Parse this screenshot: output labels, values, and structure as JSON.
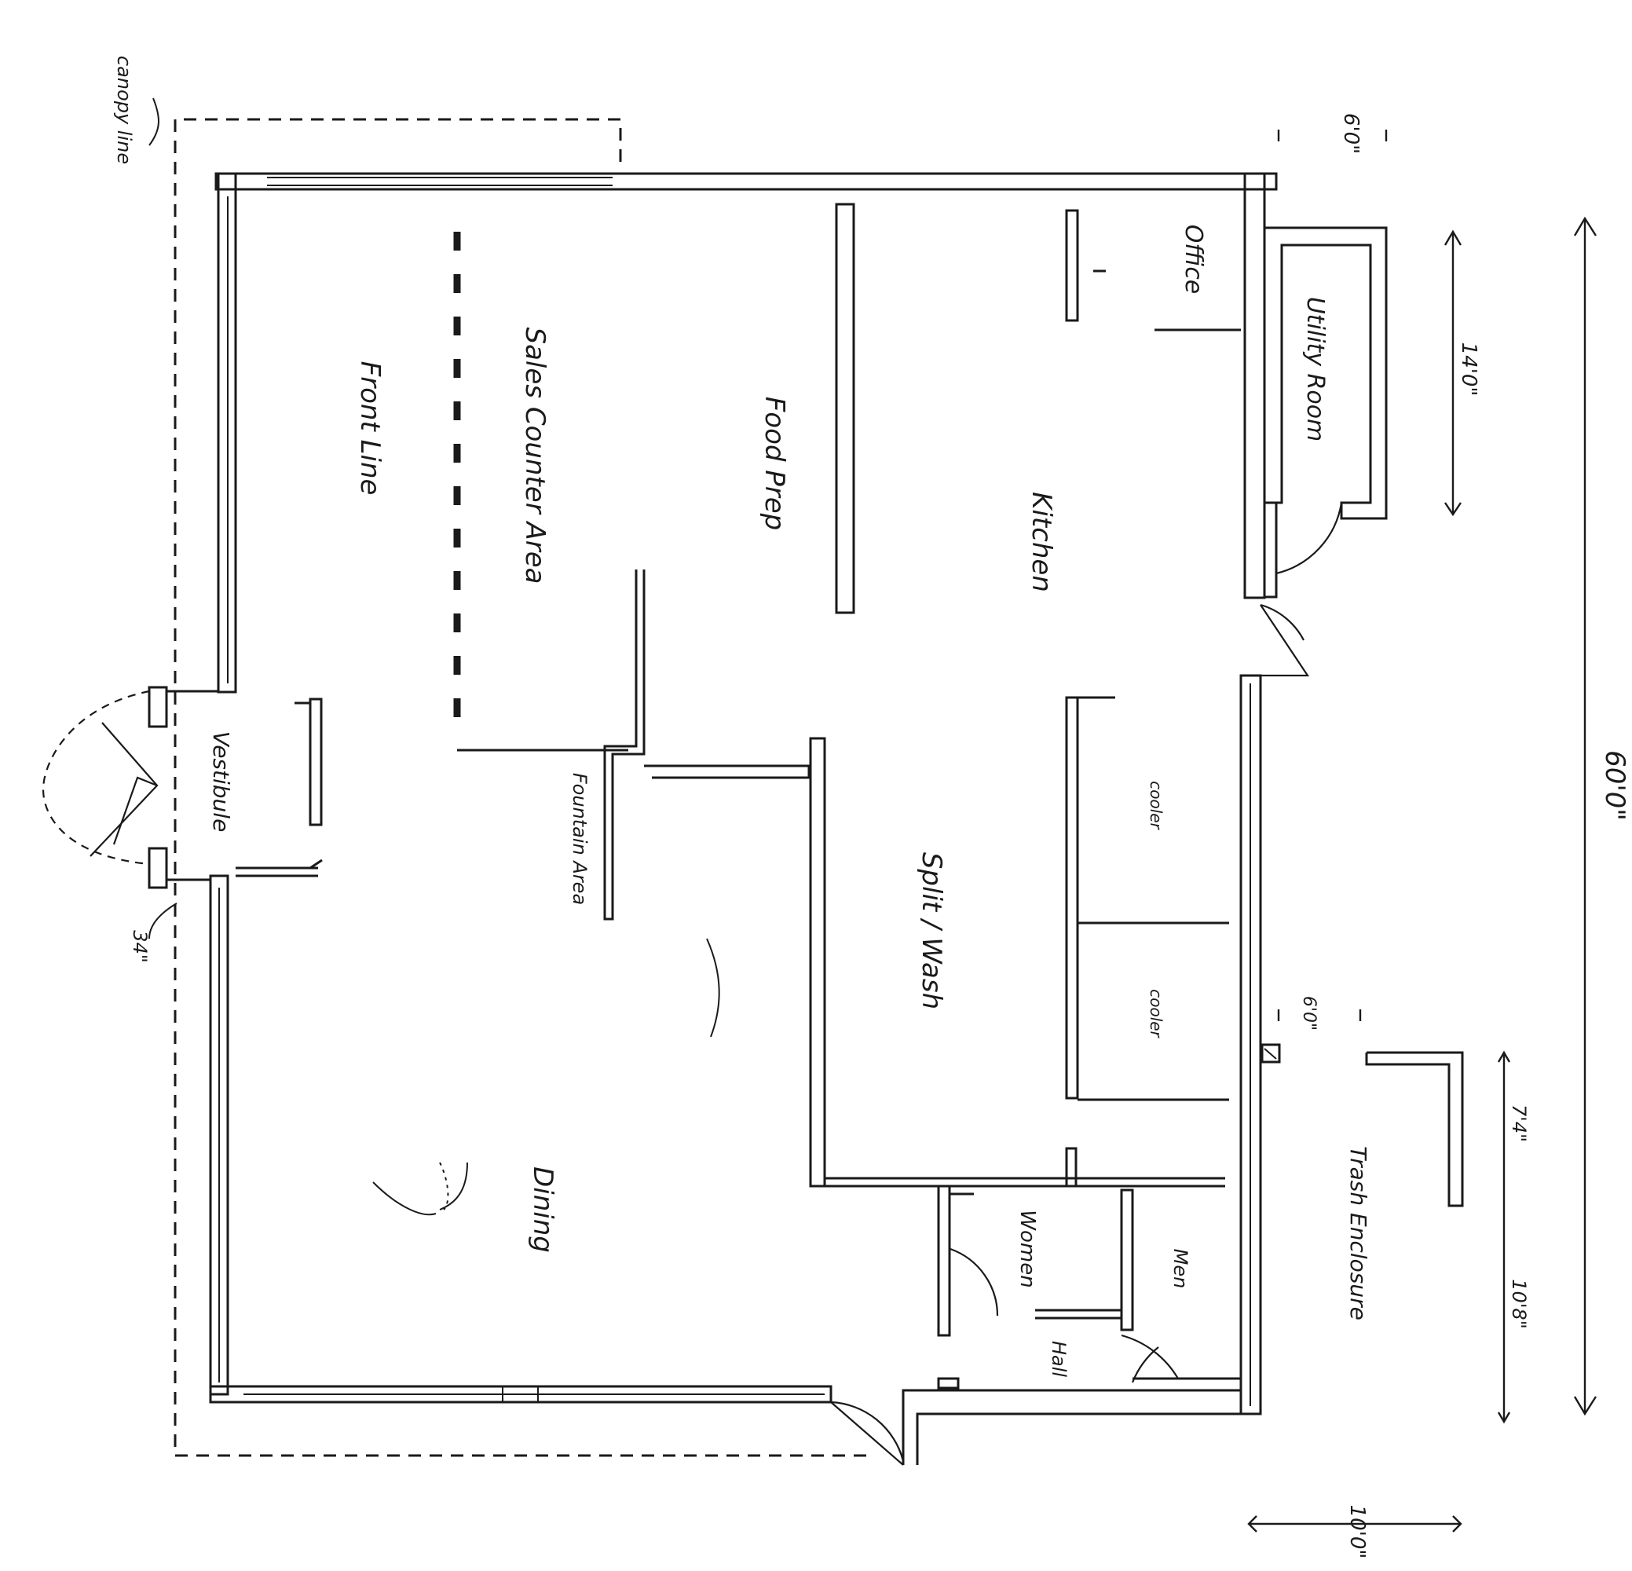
{
  "drawing": {
    "type": "floor-plan",
    "orientation": "rotated 90 degrees clockwise",
    "rooms": {
      "sales_counter": "Sales Counter Area",
      "front_line": "Front Line",
      "food_prep": "Food Prep",
      "kitchen": "Kitchen",
      "office": "Office",
      "utility": "Utility Room",
      "vestibule": "Vestibule",
      "fountain": "Fountain Area",
      "split_wash": "Split / Wash",
      "cooler_1": "cooler",
      "cooler_2": "cooler",
      "dining": "Dining",
      "women": "Women",
      "men": "Men",
      "hall": "Hall",
      "trash": "Trash Enclosure"
    },
    "annotations": {
      "canopy_line": "canopy line",
      "door_width": "34\""
    },
    "dimensions": {
      "overall": "60'0\"",
      "top_offset": "6'0\"",
      "utility_length": "14'0\"",
      "trash_gap": "6'0\"",
      "trash_depth_a": "7'4\"",
      "trash_depth_b": "10'8\"",
      "bottom_offset": "10'0\""
    }
  }
}
